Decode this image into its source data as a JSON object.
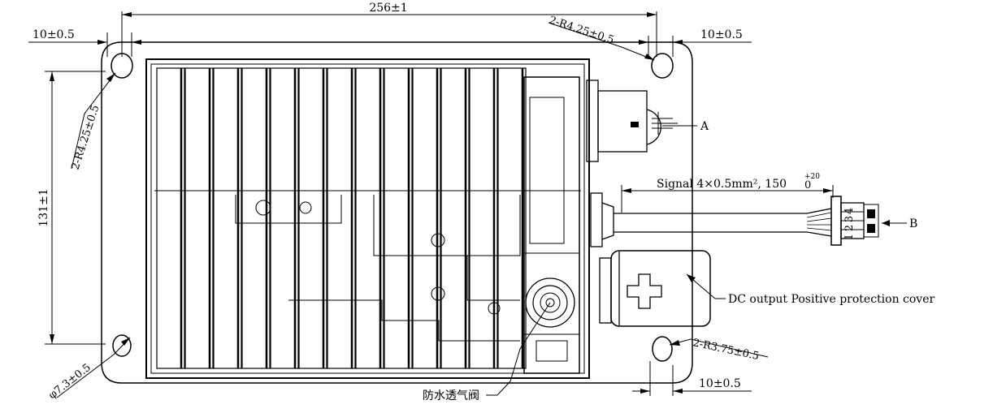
{
  "dimensions": {
    "overall_width": "256±1",
    "overall_height": "131±1",
    "left_hole_offset": "10±0.5",
    "top_right_hole_offset": "10±0.5",
    "bottom_right_hole_offset": "10±0.5",
    "top_right_radius": "2-R4.25±0.5",
    "left_radius": "2-R4.25±0.5",
    "bottom_right_radius": "2-R3.75±0.5",
    "hole_diameter": "φ7.3±0.5"
  },
  "callouts": {
    "connector_a": "A",
    "connector_b": "B",
    "signal_prefix": "Signal 4×0.5mm², 150",
    "signal_tol_upper": "+20",
    "signal_tol_lower": "0",
    "dc_cover": "DC output Positive protection cover",
    "vent_valve": "防水透气阀"
  },
  "pin_labels": [
    "4",
    "3",
    "2",
    "1"
  ]
}
